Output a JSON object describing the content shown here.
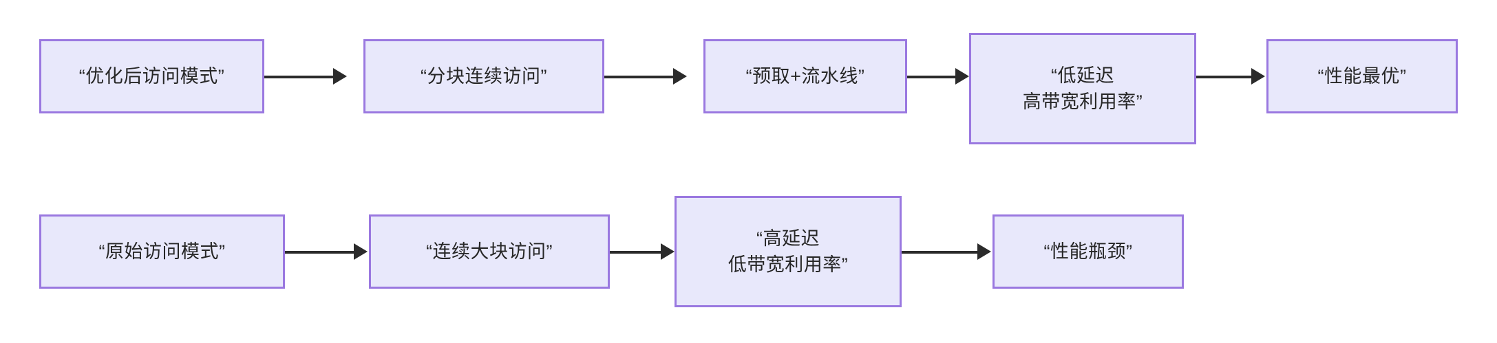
{
  "diagram": {
    "title": "Memory access pattern comparison flowchart",
    "background_color": "#ffffff",
    "node_fill_color": "#e8e8fb",
    "node_border_color": "#9a78e0",
    "edge_color": "#2b2b2b",
    "text_color": "#262626",
    "rows": [
      {
        "id": "optimized-flow",
        "nodes": [
          {
            "id": "opt-1",
            "label": "“优化后访问模式”"
          },
          {
            "id": "opt-2",
            "label": "“分块连续访问”"
          },
          {
            "id": "opt-3",
            "label": "“预取+流水线”"
          },
          {
            "id": "opt-4",
            "label": "“低延迟\n高带宽利用率”"
          },
          {
            "id": "opt-5",
            "label": "“性能最优”"
          }
        ],
        "edges": [
          {
            "from": "opt-1",
            "to": "opt-2"
          },
          {
            "from": "opt-2",
            "to": "opt-3"
          },
          {
            "from": "opt-3",
            "to": "opt-4"
          },
          {
            "from": "opt-4",
            "to": "opt-5"
          }
        ]
      },
      {
        "id": "original-flow",
        "nodes": [
          {
            "id": "orig-1",
            "label": "“原始访问模式”"
          },
          {
            "id": "orig-2",
            "label": "“连续大块访问”"
          },
          {
            "id": "orig-3",
            "label": "“高延迟\n低带宽利用率”"
          },
          {
            "id": "orig-4",
            "label": "“性能瓶颈”"
          }
        ],
        "edges": [
          {
            "from": "orig-1",
            "to": "orig-2"
          },
          {
            "from": "orig-2",
            "to": "orig-3"
          },
          {
            "from": "orig-3",
            "to": "orig-4"
          }
        ]
      }
    ]
  }
}
